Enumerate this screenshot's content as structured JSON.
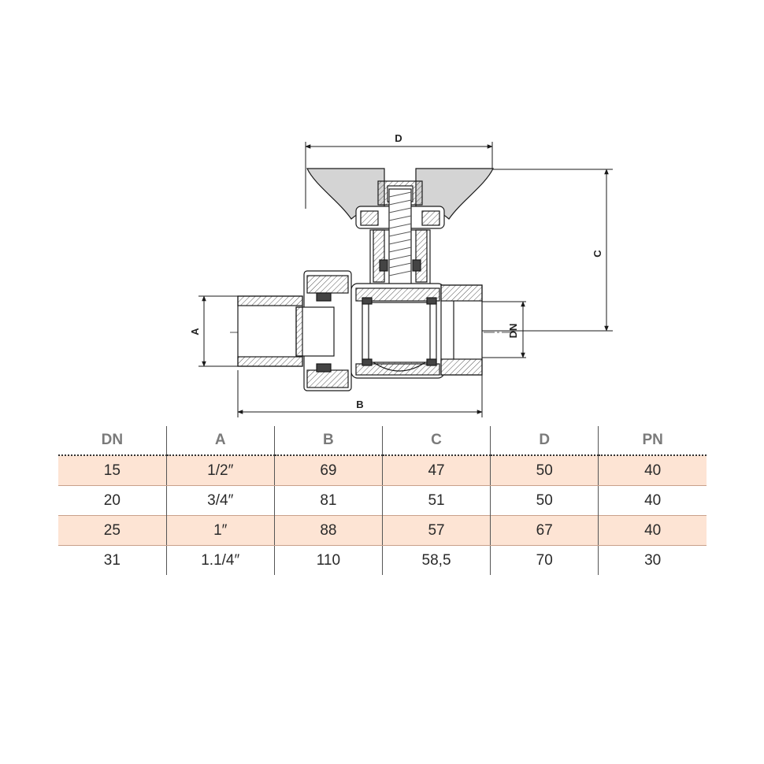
{
  "drawing": {
    "dimension_labels": {
      "A": "A",
      "B": "B",
      "C": "C",
      "D": "D",
      "DN": "DN"
    },
    "colors": {
      "line": "#1a1a1a",
      "handle": "#d4d4d4",
      "hatch": "#555555",
      "seal": "#444444"
    }
  },
  "table": {
    "headers": [
      "DN",
      "A",
      "B",
      "C",
      "D",
      "PN"
    ],
    "rows": [
      [
        "15",
        "1/2″",
        "69",
        "47",
        "50",
        "40"
      ],
      [
        "20",
        "3/4″",
        "81",
        "51",
        "50",
        "40"
      ],
      [
        "25",
        "1″",
        "88",
        "57",
        "67",
        "40"
      ],
      [
        "31",
        "1.1/4″",
        "110",
        "58,5",
        "70",
        "30"
      ]
    ],
    "shade_color": "#fde4d4"
  }
}
